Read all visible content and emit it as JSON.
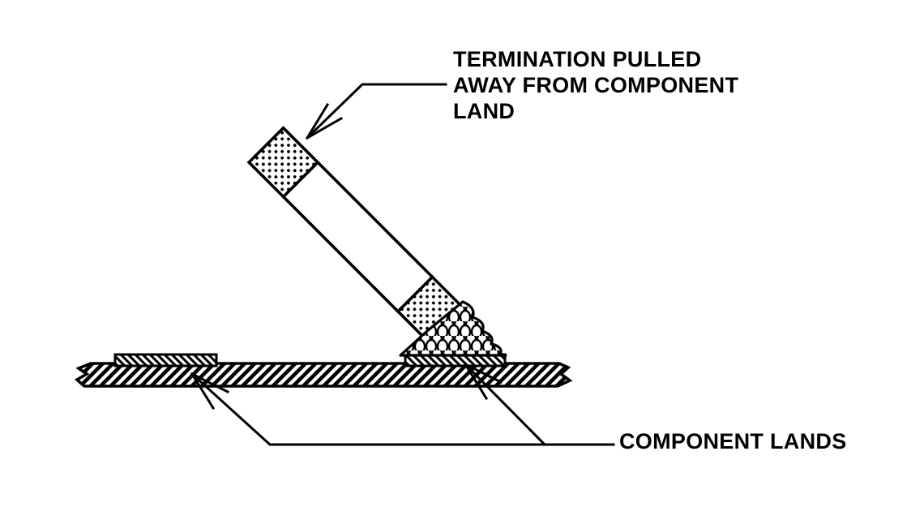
{
  "page": {
    "type": "technical-line-diagram",
    "colors": {
      "ink": "#000000",
      "paper": "#ffffff"
    }
  },
  "labels": {
    "termination_pulled_away": {
      "lines": [
        "TERMINATION PULLED",
        "AWAY FROM COMPONENT",
        "LAND"
      ]
    },
    "component_lands": {
      "text": "COMPONENT LANDS"
    }
  },
  "diagram": {
    "parts": [
      "pcb-board",
      "component-land-left",
      "component-land-right",
      "chip-component-body",
      "termination-top-lifted",
      "termination-bottom-soldered",
      "solder-fillet",
      "leader-arrow-termination",
      "leader-arrow-lands"
    ]
  }
}
